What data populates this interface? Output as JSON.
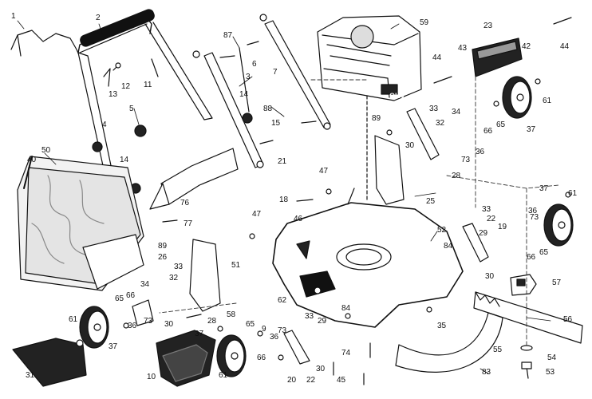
{
  "part_numbers": {
    "p1": "1",
    "p2": "2",
    "p3": "3",
    "p4": "4",
    "p5": "5",
    "p6": "6",
    "p7": "7",
    "p9": "9",
    "p10": "10",
    "p11": "11",
    "p12": "12",
    "p13": "13",
    "p14a": "14",
    "p14b": "14",
    "p15": "15",
    "p18": "18",
    "p19": "19",
    "p20": "20",
    "p21": "21",
    "p22a": "22",
    "p22b": "22",
    "p23": "23",
    "p25": "25",
    "p26": "26",
    "p28a": "28",
    "p28b": "28",
    "p29a": "29",
    "p29b": "29",
    "p30a": "30",
    "p30b": "30",
    "p30c": "30",
    "p30d": "30",
    "p31": "31",
    "p32a": "32",
    "p32b": "32",
    "p33a": "33",
    "p33b": "33",
    "p33c": "33",
    "p33d": "33",
    "p34a": "34",
    "p34b": "34",
    "p35": "35",
    "p36a": "36",
    "p36b": "36",
    "p36c": "36",
    "p36d": "36",
    "p37a": "37",
    "p37b": "37",
    "p37c": "37",
    "p37d": "37",
    "p40": "40",
    "p42": "42",
    "p43": "43",
    "p44a": "44",
    "p44b": "44",
    "p45": "45",
    "p46": "46",
    "p47a": "47",
    "p47b": "47",
    "p50": "50",
    "p51": "51",
    "p52": "52",
    "p53": "53",
    "p54": "54",
    "p55": "55",
    "p56": "56",
    "p57": "57",
    "p58": "58",
    "p59": "59",
    "p61a": "61",
    "p61b": "61",
    "p61c": "61",
    "p61d": "61",
    "p62": "62",
    "p65a": "65",
    "p65b": "65",
    "p65c": "65",
    "p65d": "65",
    "p66a": "66",
    "p66b": "66",
    "p66c": "66",
    "p66d": "66",
    "p73a": "73",
    "p73b": "73",
    "p73c": "73",
    "p73d": "73",
    "p74": "74",
    "p76": "76",
    "p77": "77",
    "p83": "83",
    "p84a": "84",
    "p84b": "84",
    "p87": "87",
    "p88": "88",
    "p89a": "89",
    "p89b": "89"
  },
  "engine_label": "OHV"
}
